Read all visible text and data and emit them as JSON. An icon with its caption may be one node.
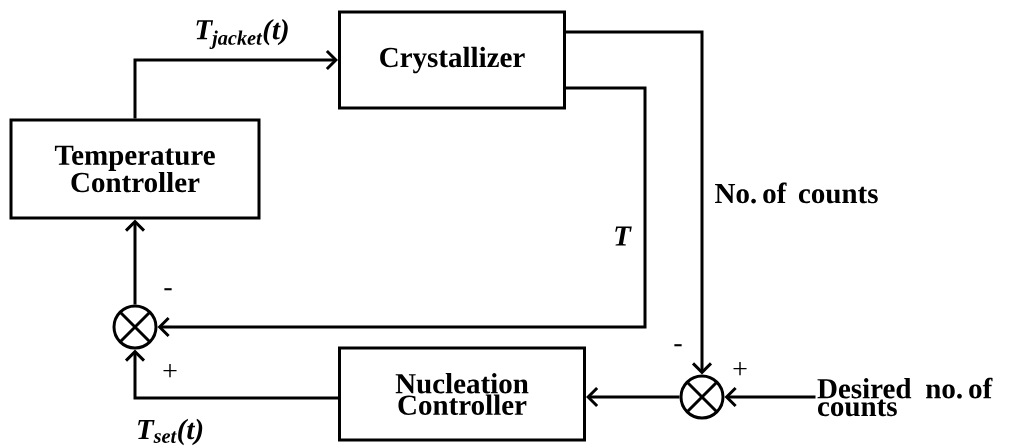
{
  "diagram": {
    "nodes": [
      {
        "text": [
          "Crystallizer"
        ]
      },
      {
        "text": [
          "Temperature Controller"
        ]
      },
      {
        "text": [
          "Nucleation Controller"
        ]
      },
      {
        "text": [],
        "shape": "circle"
      },
      {
        "text": [],
        "shape": "circle"
      },
      {
        "text": [
          "Desired no. of counts"
        ]
      }
    ],
    "edges": [
      {
        "from": 1,
        "to": 0,
        "arrow": "to",
        "label": "T$_{jacket}$(t)"
      },
      {
        "from": 0,
        "to": 3,
        "arrow": "to",
        "label": "T"
      },
      {
        "from": 0,
        "to": 4,
        "arrow": "to",
        "label": "No. of counts"
      },
      {
        "from": 5,
        "to": 4,
        "arrow": "to"
      },
      {
        "from": 4,
        "to": 2,
        "arrow": "to"
      },
      {
        "from": 2,
        "to": 3,
        "arrow": "to",
        "label": "T$_{set}$(t)"
      },
      {
        "from": 3,
        "to": 1,
        "arrow": "to"
      }
    ],
    "labels": [
      "-",
      "+",
      "-",
      "+"
    ]
  }
}
